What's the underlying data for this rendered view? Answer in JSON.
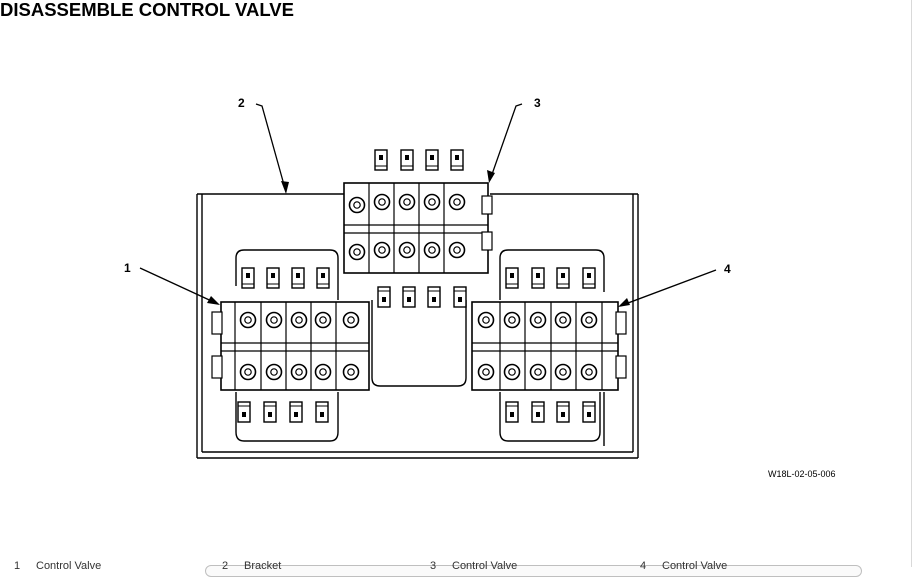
{
  "page": {
    "heading": "DISASSEMBLE CONTROL VALVE",
    "figure_code": "W18L-02-05-006"
  },
  "callouts": [
    "1",
    "2",
    "3",
    "4"
  ],
  "legend": [
    {
      "num": "1",
      "label": "Control Valve"
    },
    {
      "num": "2",
      "label": "Bracket"
    },
    {
      "num": "3",
      "label": "Control Valve"
    },
    {
      "num": "4",
      "label": "Control Valve"
    }
  ]
}
